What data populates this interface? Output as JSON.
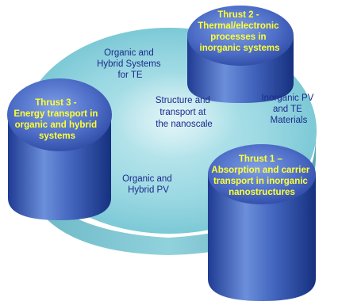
{
  "thrust1": {
    "lines": [
      "Thrust 1 –",
      "Absorption and carrier",
      "transport in inorganic",
      "nanostructures"
    ]
  },
  "thrust2": {
    "lines": [
      "Thrust 2 -",
      "Thermal/electronic",
      "processes in",
      "inorganic systems"
    ]
  },
  "thrust3": {
    "lines": [
      "Thrust 3 -",
      "Energy transport in",
      "organic and hybrid",
      "systems"
    ]
  },
  "center": {
    "lines": [
      "Structure and",
      "transport at",
      "the nanoscale"
    ]
  },
  "regions": {
    "organic_hybrid_te": [
      "Organic and",
      "Hybrid Systems",
      "for TE"
    ],
    "inorganic_pv_te": [
      "Inorganic PV",
      "and TE",
      "Materials"
    ],
    "organic_hybrid_pv": [
      "Organic and",
      "Hybrid PV"
    ]
  },
  "colors": {
    "thrust_text": "#ffff33",
    "region_text": "#1b2a8c",
    "disc_top": "#8fd0dc",
    "cylinder_blue": "#4f70c4"
  }
}
